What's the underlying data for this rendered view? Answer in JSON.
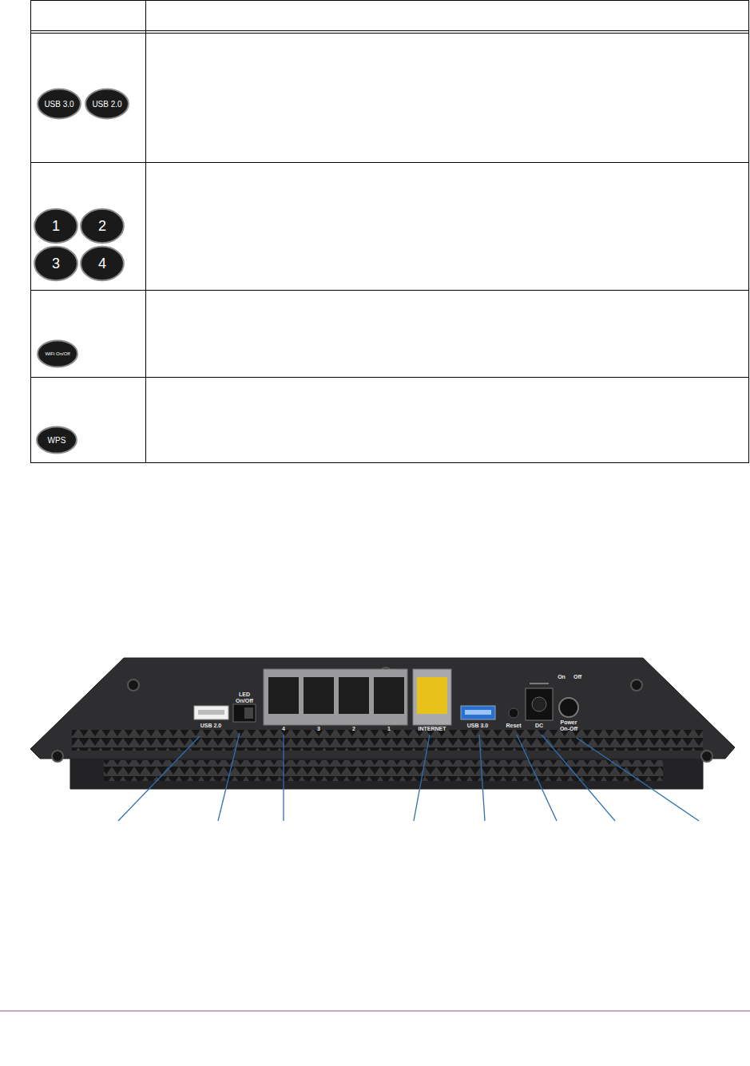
{
  "diagram": {
    "nodes": [
      {
        "text": [
          "USB 3.0"
        ]
      },
      {
        "text": [
          "USB 2.0"
        ]
      },
      {
        "text": [
          "1"
        ]
      },
      {
        "text": [
          "2"
        ]
      },
      {
        "text": [
          "3"
        ]
      },
      {
        "text": [
          "4"
        ]
      },
      {
        "text": [
          "WiFi On/Off"
        ]
      },
      {
        "text": [
          "WPS"
        ]
      }
    ],
    "labels": [
      "USB 2.0",
      "LED On/Off",
      "4",
      "3",
      "2",
      "1",
      "INTERNET",
      "USB 3.0",
      "Reset",
      "DC",
      "On",
      "Off",
      "Power On-Off"
    ]
  }
}
